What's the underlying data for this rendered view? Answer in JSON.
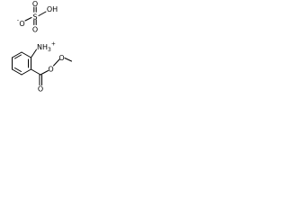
{
  "molecule": {
    "sulfate": {
      "oxygen_top": "O",
      "hydroxyl": "OH",
      "sulfur": "S",
      "oxygen_charged": "O",
      "charge_minus": "-",
      "oxygen_bottom": "O"
    },
    "ammonium": {
      "group": "NH",
      "hydrogen_count": "3",
      "charge_plus": "+"
    },
    "ester": {
      "carbonyl_oxygen": "O",
      "ring_oxygen": "O",
      "peroxy_oxygen": "O"
    }
  }
}
